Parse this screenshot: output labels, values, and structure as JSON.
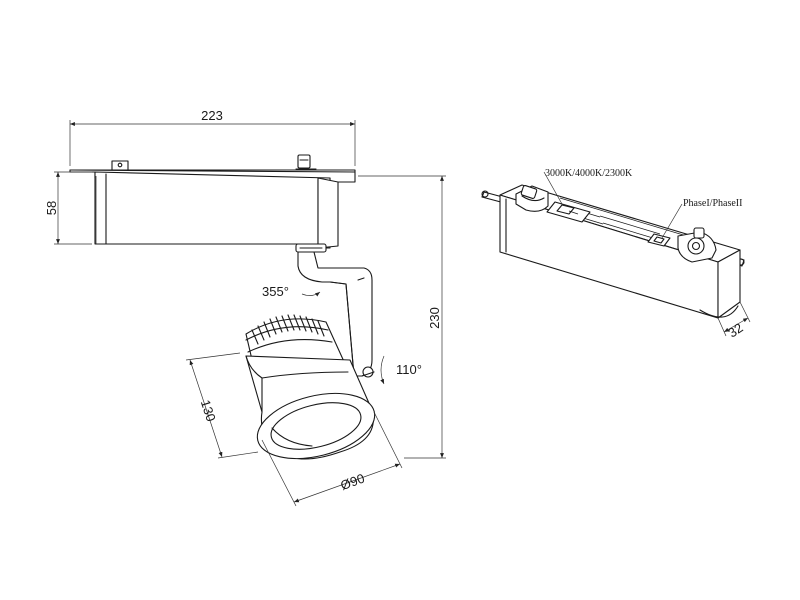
{
  "labels": {
    "width": "223",
    "height": "58",
    "total_height": "230",
    "rotation": "355°",
    "tilt": "110°",
    "head_length": "130",
    "diameter": "Ø90",
    "depth": "32",
    "cct": "3000K/4000K/2300K",
    "phase": "PhaseI/PhaseII"
  }
}
